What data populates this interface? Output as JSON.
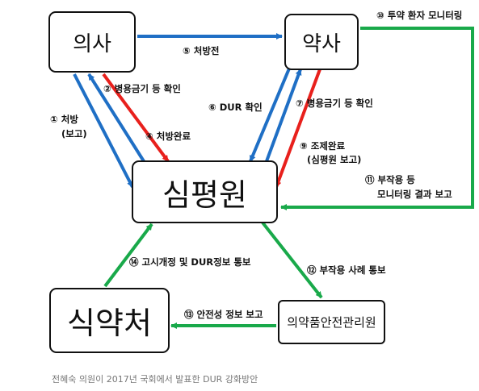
{
  "nodes": {
    "doctor": "의사",
    "pharmacist": "약사",
    "hira": "심평원",
    "mfds": "식약처",
    "kids": "의약품안전관리원"
  },
  "edges": {
    "e1": "① 처방",
    "e1b": "(보고)",
    "e2": "② 병용금기 등 확인",
    "e4": "④ 처방완료",
    "e5": "⑤ 처방전",
    "e6": "⑥ DUR 확인",
    "e7": "⑦ 병용금기 등 확인",
    "e9": "⑨ 조제완료",
    "e9b": "(심평원 보고)",
    "e10": "⑩ 투약 환자 모니터링",
    "e11": "⑪ 부작용 등",
    "e11b": "모니터링 결과 보고",
    "e12": "⑫ 부작용 사례 통보",
    "e13": "⑬ 안전성 정보 보고",
    "e14": "⑭ 고시개정 및 DUR정보 통보"
  },
  "caption": "전혜숙 의원이 2017년 국회에서 발표한 DUR 강화방안",
  "colors": {
    "blue": "#1f6fc5",
    "red": "#e8201c",
    "green": "#19a94a",
    "border": "#111111"
  }
}
